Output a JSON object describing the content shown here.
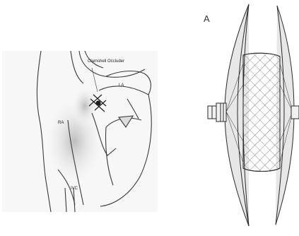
{
  "figure": {
    "left_panel": {
      "labels": {
        "clamshell": "Clamshell Occluder",
        "la": "LA",
        "ra": "RA",
        "ivc": "IVC"
      }
    },
    "right_panel": {
      "panel_letter": "A"
    }
  },
  "colors": {
    "line": "#3a3a3a",
    "shade": "#cfcfcf",
    "background": "#ffffff"
  }
}
